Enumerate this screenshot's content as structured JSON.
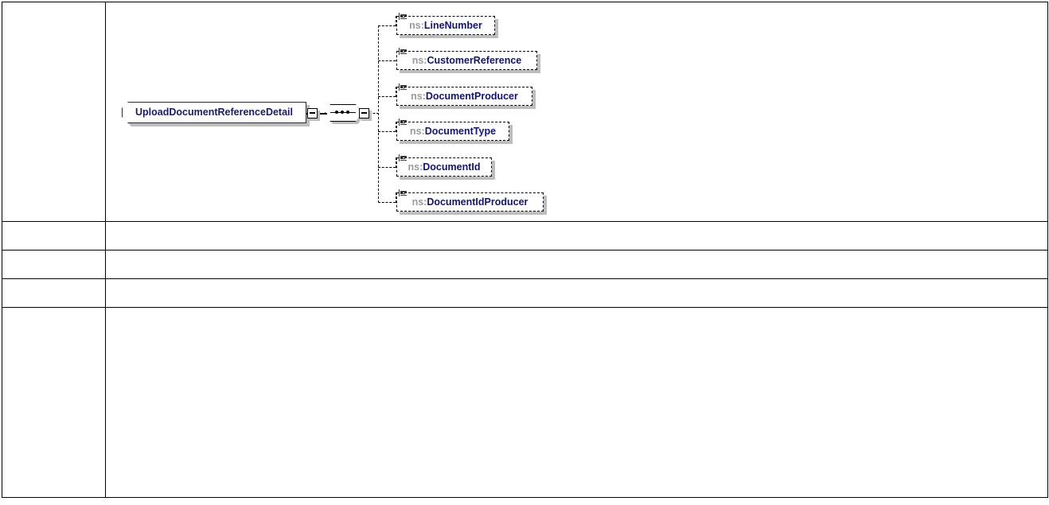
{
  "diagram": {
    "type": "xml-schema-element-diagram",
    "root": {
      "name": "UploadDocumentReferenceDetail",
      "expanded": true,
      "toggle": "minus"
    },
    "compositor": {
      "kind": "sequence",
      "glyph": "three-dots",
      "expanded": true,
      "toggle": "minus"
    },
    "children": [
      {
        "ns": "ns:",
        "name": "LineNumber",
        "full": "ns:LineNumber",
        "optional": true,
        "width": 124
      },
      {
        "ns": "ns:",
        "name": "CustomerReference",
        "full": "ns:CustomerReference",
        "optional": true,
        "width": 177
      },
      {
        "ns": "ns:",
        "name": "DocumentProducer",
        "full": "ns:DocumentProducer",
        "optional": true,
        "width": 171
      },
      {
        "ns": "ns:",
        "name": "DocumentType",
        "full": "ns:DocumentType",
        "optional": true,
        "width": 142
      },
      {
        "ns": "ns:",
        "name": "DocumentId",
        "full": "ns:DocumentId",
        "optional": true,
        "width": 120
      },
      {
        "ns": "ns:",
        "name": "DocumentIdProducer",
        "full": "ns:DocumentIdProducer",
        "optional": true,
        "width": 185
      }
    ]
  },
  "table": {
    "rows": [
      {
        "label": "",
        "content": ""
      },
      {
        "label": "",
        "content": ""
      },
      {
        "label": "",
        "content": ""
      },
      {
        "label": "",
        "content": ""
      },
      {
        "label": "",
        "content": ""
      }
    ]
  },
  "colors": {
    "element_name": "#14146b",
    "namespace_prefix": "#9a9a9a",
    "border": "#000000",
    "shadow": "#bdbdbd",
    "background": "#ffffff"
  }
}
